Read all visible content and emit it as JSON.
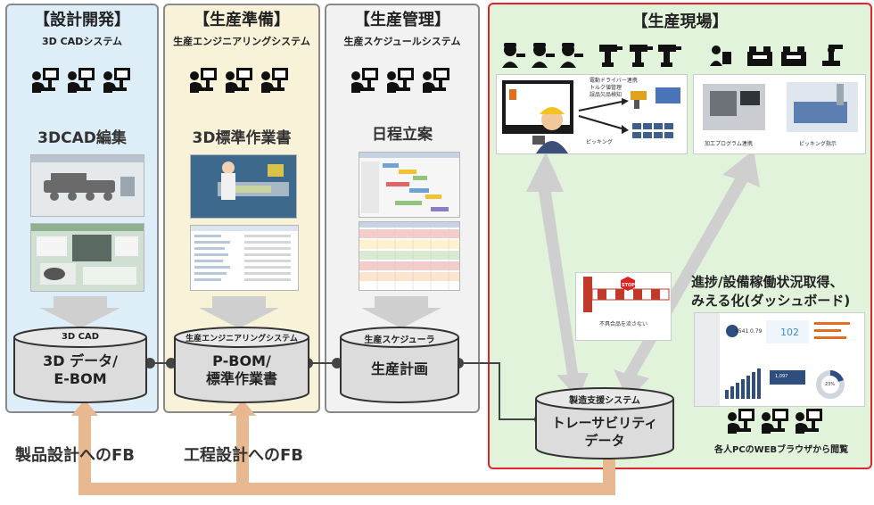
{
  "design": {
    "title": "【設計開発】",
    "subtitle": "3D CADシステム",
    "section": "3DCAD編集",
    "db_top": "3D CAD",
    "db_main": "3D データ/\nE-BOM"
  },
  "prep": {
    "title": "【生産準備】",
    "subtitle": "生産エンジニアリングシステム",
    "section": "3D標準作業書",
    "db_top": "生産エンジニアリングシステム",
    "db_main": "P-BOM/\n標準作業書"
  },
  "mgmt": {
    "title": "【生産管理】",
    "subtitle": "生産スケジュールシステム",
    "section": "日程立案",
    "db_top": "生産スケジューラ",
    "db_main": "生産計画"
  },
  "site": {
    "title": "【生産現場】",
    "picking_lines": [
      "電動ドライバー連携",
      "トルク値管理",
      "誤品欠品検知"
    ],
    "picking_caption": "ピッキング",
    "left_caption": "加工プログラム連携",
    "right_caption": "ピッキング指示",
    "stop_text": "STOP",
    "stop_caption": "不具合品を流さない",
    "db_top": "製造支援システム",
    "db_main": "トレーサビリティ\nデータ",
    "dash_title": "進捗/設備稼働状況取得、\nみえる化(ダッシュボード)",
    "dash_foot": "各人PCのWEBブラウザから閲覧",
    "dash_values": [
      "4541",
      "0.79",
      "102",
      "1,097",
      "23%"
    ]
  },
  "feedback": {
    "product": "製品設計へのFB",
    "process": "工程設計へのFB"
  },
  "colors": {
    "fb_arrow": "#e8b890",
    "gray_arrow": "#cfcfcf",
    "site_border": "#e0242b"
  }
}
